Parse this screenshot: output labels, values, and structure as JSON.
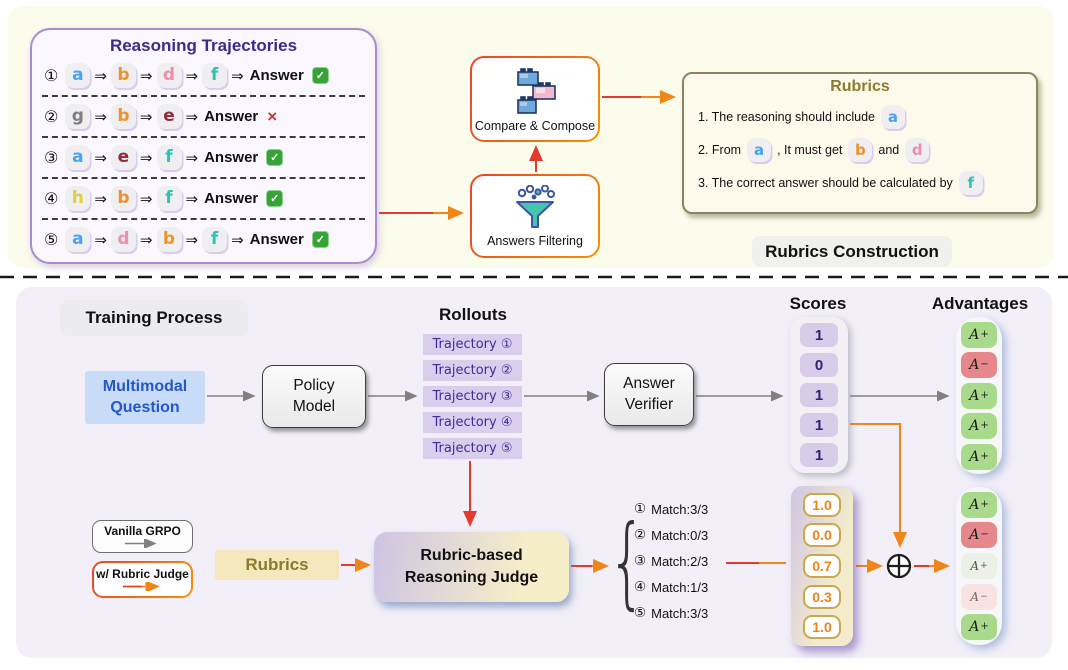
{
  "icons": {
    "flow_arrow": "⇒",
    "check": "✓",
    "cross": "×",
    "brace": "{"
  },
  "letter_colors": {
    "a": "#4BA3F0",
    "b": "#F0922B",
    "d": "#F08CAC",
    "e": "#93293B",
    "f": "#2FC4B2",
    "g": "#7F7F7F",
    "h": "#E0CE3E"
  },
  "accent_colors": {
    "orange": "#F08519",
    "red": "#E23B2E",
    "gray_arrow": "#808080",
    "purple_title": "#3A2B8C",
    "olive_title": "#8C7A2E"
  },
  "top": {
    "trajectories": {
      "title": "Reasoning Trajectories",
      "rows": [
        {
          "num": "①",
          "letters": [
            "a",
            "b",
            "d",
            "f"
          ],
          "result": "Answer",
          "mark": "check"
        },
        {
          "num": "②",
          "letters": [
            "g",
            "b",
            "e"
          ],
          "result": "Answer",
          "mark": "cross"
        },
        {
          "num": "③",
          "letters": [
            "a",
            "e",
            "f"
          ],
          "result": "Answer",
          "mark": "check"
        },
        {
          "num": "④",
          "letters": [
            "h",
            "b",
            "f"
          ],
          "result": "Answer",
          "mark": "check"
        },
        {
          "num": "⑤",
          "letters": [
            "a",
            "d",
            "b",
            "f"
          ],
          "result": "Answer",
          "mark": "check"
        }
      ]
    },
    "compare_compose": {
      "label": "Compare & Compose"
    },
    "answers_filtering": {
      "label": "Answers Filtering"
    },
    "rubrics": {
      "title": "Rubrics",
      "items": [
        {
          "segments": [
            {
              "text": "1. The reasoning should include"
            },
            {
              "chip": "a"
            }
          ]
        },
        {
          "segments": [
            {
              "text": "2. From"
            },
            {
              "chip": "a"
            },
            {
              "text": ", It must get"
            },
            {
              "chip": "b"
            },
            {
              "text": "and"
            },
            {
              "chip": "d"
            }
          ]
        },
        {
          "segments": [
            {
              "text": "3. The correct answer should be calculated by"
            },
            {
              "chip": "f"
            }
          ]
        }
      ]
    },
    "construction_label": "Rubrics Construction"
  },
  "bottom": {
    "training_label": "Training Process",
    "multimodal": {
      "line1": "Multimodal",
      "line2": "Question"
    },
    "policy": {
      "line1": "Policy",
      "line2": "Model"
    },
    "rollouts": {
      "title": "Rollouts",
      "items": [
        "Trajectory ①",
        "Trajectory ②",
        "Trajectory ③",
        "Trajectory ④",
        "Trajectory ⑤"
      ]
    },
    "verifier": {
      "line1": "Answer",
      "line2": "Verifier"
    },
    "scores": {
      "title": "Scores",
      "values": [
        "1",
        "0",
        "1",
        "1",
        "1"
      ]
    },
    "advantages_top": {
      "title": "Advantages",
      "values": [
        {
          "letter": "A",
          "sign": "+",
          "state": "pos"
        },
        {
          "letter": "A",
          "sign": "−",
          "state": "neg"
        },
        {
          "letter": "A",
          "sign": "+",
          "state": "pos"
        },
        {
          "letter": "A",
          "sign": "+",
          "state": "pos"
        },
        {
          "letter": "A",
          "sign": "+",
          "state": "pos"
        }
      ]
    },
    "legend": {
      "vanilla": "Vanilla GRPO",
      "rubric": "w/ Rubric Judge"
    },
    "rubrics_label": "Rubrics",
    "judge": {
      "line1": "Rubric-based",
      "line2": "Reasoning Judge"
    },
    "matches": [
      {
        "num": "①",
        "text": "Match:3/3"
      },
      {
        "num": "②",
        "text": "Match:0/3"
      },
      {
        "num": "③",
        "text": "Match:2/3"
      },
      {
        "num": "④",
        "text": "Match:1/3"
      },
      {
        "num": "⑤",
        "text": "Match:3/3"
      }
    ],
    "rubric_scores": [
      "1.0",
      "0.0",
      "0.7",
      "0.3",
      "1.0"
    ],
    "advantages_bottom": [
      {
        "letter": "A",
        "sign": "+",
        "state": "pos"
      },
      {
        "letter": "A",
        "sign": "−",
        "state": "neg"
      },
      {
        "letter": "A",
        "sign": "+",
        "state": "pos-faded"
      },
      {
        "letter": "A",
        "sign": "−",
        "state": "neg-faded"
      },
      {
        "letter": "A",
        "sign": "+",
        "state": "pos"
      }
    ]
  }
}
